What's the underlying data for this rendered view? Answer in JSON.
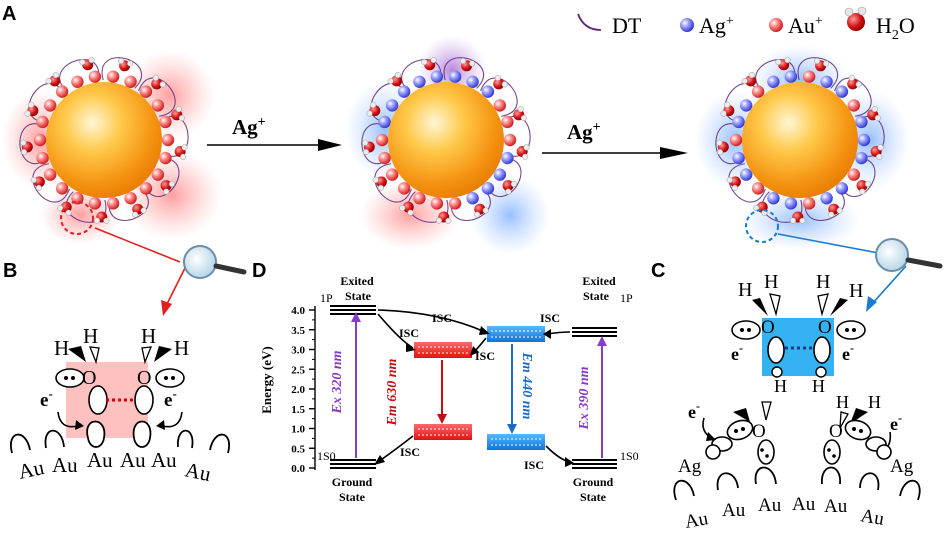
{
  "panels": {
    "A": "A",
    "B": "B",
    "C": "C",
    "D": "D"
  },
  "legend": {
    "dt": "DT",
    "ag": "Ag",
    "ag_sup": "+",
    "au": "Au",
    "au_sup": "+",
    "h2o": "H",
    "h2o_sub": "2",
    "h2o_tail": "O"
  },
  "arrows": {
    "first": "Ag",
    "first_sup": "+",
    "second": "Ag",
    "second_sup": "+"
  },
  "panel_b": {
    "h_labels": [
      "H",
      "H",
      "H",
      "H"
    ],
    "o_labels": [
      "O",
      "O"
    ],
    "e_labels": [
      "e",
      "e"
    ],
    "e_sup": "-",
    "au_labels": [
      "Au",
      "Au",
      "Au",
      "Au",
      "Au",
      "Au"
    ]
  },
  "panel_c": {
    "h_labels": [
      "H",
      "H",
      "H",
      "H",
      "H",
      "H",
      "H",
      "H"
    ],
    "o_labels": [
      "O",
      "O",
      "O",
      "O"
    ],
    "e_labels": [
      "e",
      "e",
      "e",
      "e"
    ],
    "e_sup": "-",
    "ag_labels": [
      "Ag",
      "Ag"
    ],
    "au_labels": [
      "Au",
      "Au",
      "Au",
      "Au",
      "Au",
      "Au"
    ]
  },
  "panel_d": {
    "ylabel": "Energy (eV)",
    "ticks": [
      "4.0",
      "3.5",
      "3.0",
      "2.5",
      "2.0",
      "1.5",
      "1.0",
      "0.5",
      "0.0"
    ],
    "exited_left": [
      "Exited",
      "State"
    ],
    "exited_right": [
      "Exited",
      "State"
    ],
    "level_1p": "1P",
    "level_1s0": "1S0",
    "ground_left": [
      "Ground",
      "State"
    ],
    "ground_right": [
      "Ground",
      "State"
    ],
    "isc": "ISC",
    "ex320": "Ex 320 nm",
    "em630": "Em 630 nm",
    "em440": "Em 440 nm",
    "ex390": "Ex 390 nm"
  }
}
